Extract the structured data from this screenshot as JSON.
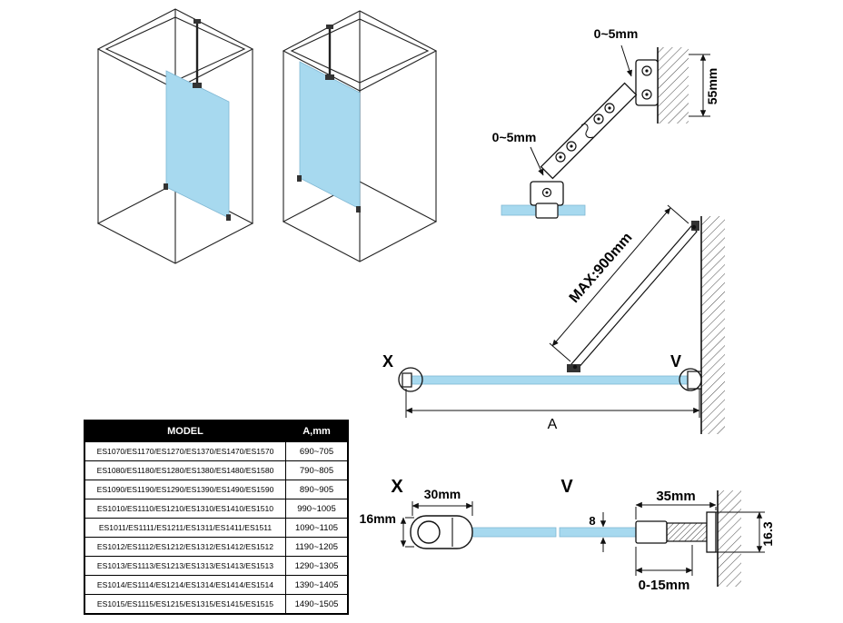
{
  "colors": {
    "glass": "#a7d9ef",
    "line": "#1a1a1a"
  },
  "bracket_detail": {
    "gap_top": "0~5mm",
    "gap_mid": "0~5mm",
    "wall_dim": "55mm"
  },
  "plan": {
    "bar_dim": "MAX:900mm",
    "x_label": "X",
    "v_label": "V",
    "width_label": "A"
  },
  "details": {
    "x": {
      "title": "X",
      "width": "30mm",
      "height": "16mm"
    },
    "v": {
      "title": "V",
      "width": "35mm",
      "thickness": "8",
      "height": "16.3",
      "adjust": "0-15mm"
    }
  },
  "table": {
    "headers": [
      "MODEL",
      "A,mm"
    ],
    "rows": [
      [
        "ES1070/ES1170/ES1270/ES1370/ES1470/ES1570",
        "690~705"
      ],
      [
        "ES1080/ES1180/ES1280/ES1380/ES1480/ES1580",
        "790~805"
      ],
      [
        "ES1090/ES1190/ES1290/ES1390/ES1490/ES1590",
        "890~905"
      ],
      [
        "ES1010/ES1110/ES1210/ES1310/ES1410/ES1510",
        "990~1005"
      ],
      [
        "ES1011/ES1111/ES1211/ES1311/ES1411/ES1511",
        "1090~1105"
      ],
      [
        "ES1012/ES1112/ES1212/ES1312/ES1412/ES1512",
        "1190~1205"
      ],
      [
        "ES1013/ES1113/ES1213/ES1313/ES1413/ES1513",
        "1290~1305"
      ],
      [
        "ES1014/ES1114/ES1214/ES1314/ES1414/ES1514",
        "1390~1405"
      ],
      [
        "ES1015/ES1115/ES1215/ES1315/ES1415/ES1515",
        "1490~1505"
      ]
    ]
  }
}
